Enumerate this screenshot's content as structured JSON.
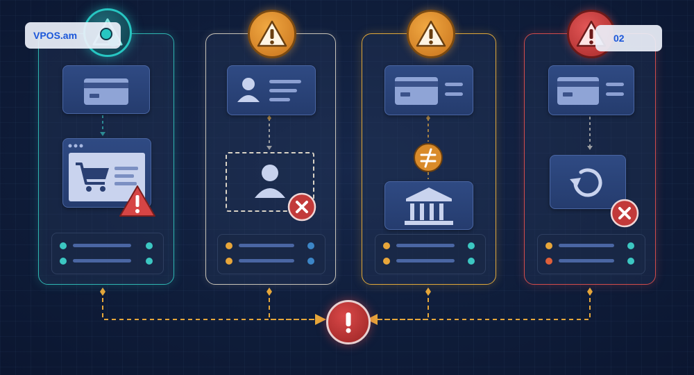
{
  "brand": {
    "label": "VPOS.am"
  },
  "page_number": "02",
  "panels": [
    {
      "name": "card-to-checkout",
      "accent": "#2fb6b2",
      "badge": "teal-warning-icon",
      "icons": [
        "credit-card-icon",
        "shopping-cart-icon",
        "warning-icon"
      ]
    },
    {
      "name": "identity-mismatch",
      "accent": "#c9c4b8",
      "badge": "orange-warning-icon",
      "icons": [
        "user-profile-icon",
        "user-icon",
        "error-x-icon"
      ]
    },
    {
      "name": "bank-mismatch",
      "accent": "#e0a83a",
      "badge": "orange-warning-icon",
      "icons": [
        "credit-card-icon",
        "not-equal-icon",
        "bank-icon"
      ]
    },
    {
      "name": "refund-failure",
      "accent": "#d24c4c",
      "badge": "red-warning-icon",
      "icons": [
        "credit-card-icon",
        "refresh-icon",
        "error-x-icon"
      ]
    }
  ],
  "center_alert": {
    "icon": "exclamation-icon"
  },
  "colors": {
    "background": "#0f1d3a",
    "teal": "#2fb6b2",
    "orange": "#e0a83a",
    "red": "#d24c4c",
    "card": "#2f4a83",
    "connector": "#e6a73a"
  }
}
